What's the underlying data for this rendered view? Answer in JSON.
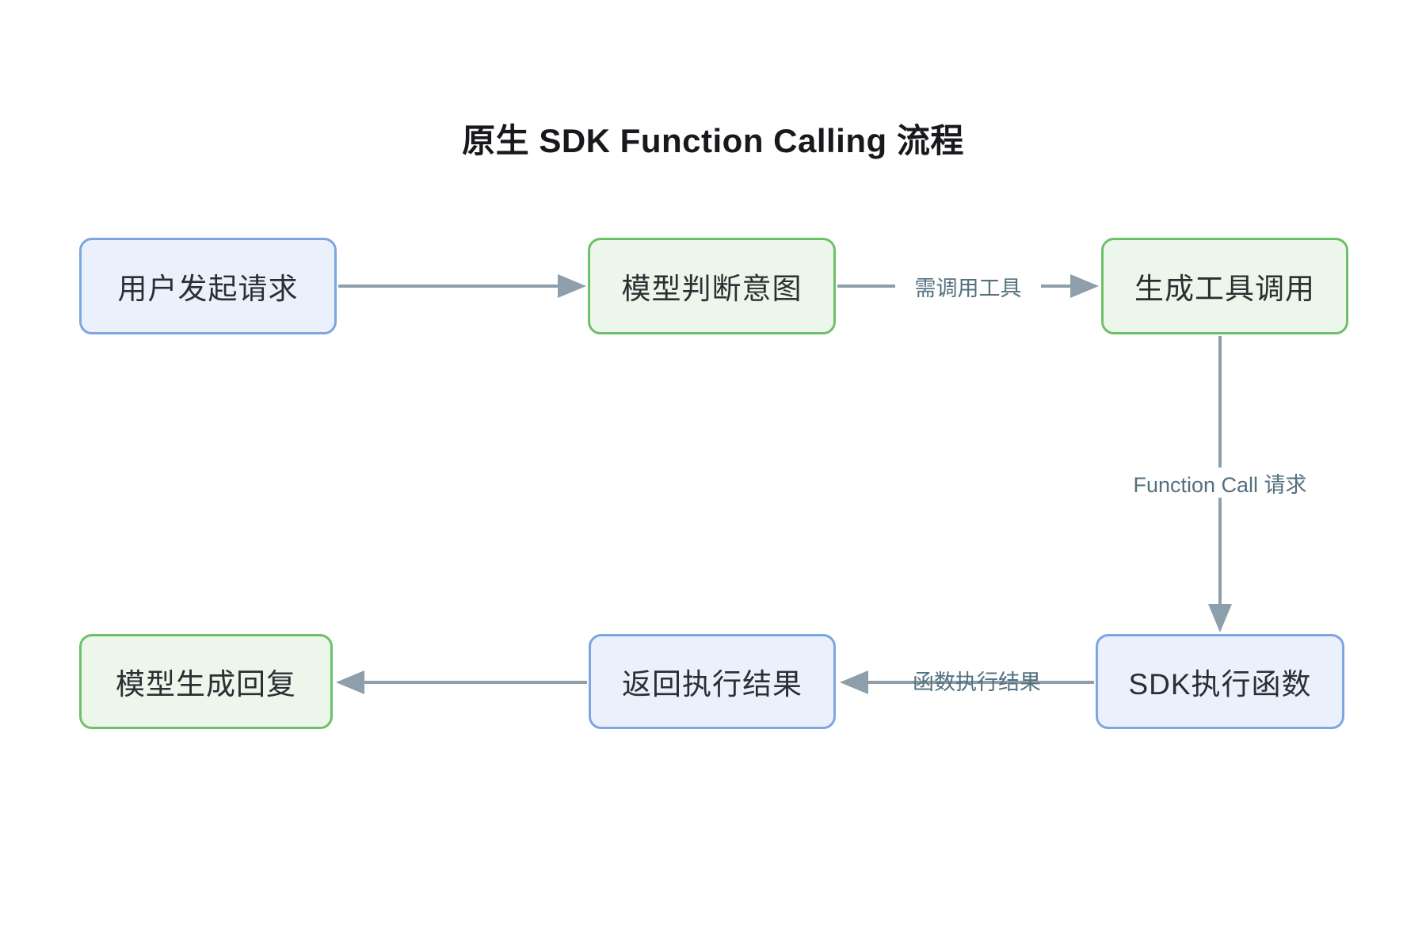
{
  "title": "原生 SDK Function Calling 流程",
  "nodes": [
    {
      "id": "user-request",
      "label": "用户发起请求",
      "variant": "blue"
    },
    {
      "id": "model-intent",
      "label": "模型判断意图",
      "variant": "green"
    },
    {
      "id": "gen-tool-call",
      "label": "生成工具调用",
      "variant": "green"
    },
    {
      "id": "sdk-exec",
      "label": "SDK执行函数",
      "variant": "blue"
    },
    {
      "id": "return-result",
      "label": "返回执行结果",
      "variant": "blue"
    },
    {
      "id": "model-reply",
      "label": "模型生成回复",
      "variant": "green"
    }
  ],
  "edges": [
    {
      "from": "user-request",
      "to": "model-intent",
      "label": ""
    },
    {
      "from": "model-intent",
      "to": "gen-tool-call",
      "label": "需调用工具"
    },
    {
      "from": "gen-tool-call",
      "to": "sdk-exec",
      "label": "Function Call 请求"
    },
    {
      "from": "sdk-exec",
      "to": "return-result",
      "label": "函数执行结果"
    },
    {
      "from": "return-result",
      "to": "model-reply",
      "label": ""
    }
  ],
  "colors": {
    "arrow": "#8c9fab",
    "edge_label_text": "#54707f",
    "blue_node_border": "#7ca5e2",
    "blue_node_fill": "#ebf1fc",
    "green_node_border": "#6cc168",
    "green_node_fill": "#ecf6ea",
    "title_text": "#17191c",
    "node_text": "#2b2f33",
    "background": "#ffffff"
  }
}
